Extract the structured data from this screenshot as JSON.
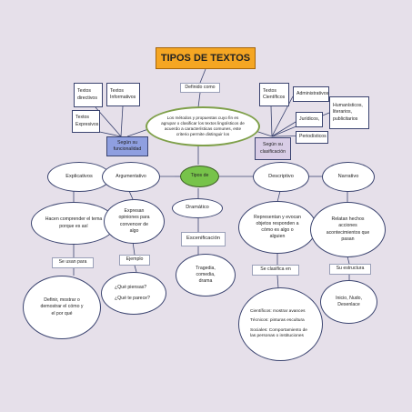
{
  "title": "TIPOS DE TEXTOS",
  "definido_como": "Definido como",
  "definition": "Los métodos y propuestas cuyo fin es agrupar o clasificar los textos lingüísticos de acuerdo a características comunes, este criterio permite distinguir los",
  "segun_funcionalidad": "Según su funcionalidad",
  "segun_clasificacion": "Según su clasificación",
  "func_types": [
    "Textos directivos",
    "Textos Informativos",
    "Textos Expresivos"
  ],
  "clas_types": [
    "Textos Científicos",
    "Administrativos",
    "Humanísticos, literarios, publicitarios",
    "Jurídicos,",
    "Periodísticos"
  ],
  "tipos_de": "Tipos de",
  "types": {
    "explicativos": "Explicativos",
    "argumentativo": "Argumentativo",
    "descriptivo": "Descriptivo",
    "narrativo": "Narrativo",
    "dramatico": "Dramático"
  },
  "explicativos_desc": "Hacen comprender el tema porque  es así",
  "explicativos_link": "Se usan para",
  "explicativos_use": "Definir, mostrar o demostrar el cómo  y el por qué",
  "argumentativo_desc": "Expresan opiniones para convencer de algo",
  "argumentativo_link": "Ejemplo",
  "argumentativo_examples": [
    "¿Qué piensas?",
    "¿Qué te parece?"
  ],
  "dramatico_link": "Escenificación",
  "dramatico_desc": "Tragedia, comedia, drama",
  "descriptivo_desc": "Representan y evocan objetos responden a cómo es algo o alguien",
  "descriptivo_link": "Se clasifica en",
  "descriptivo_classes": [
    "Científicos: mostrar avances",
    "Técnicos: pinturas escultura",
    "Sociales: Comportamiento de las personas o instituciones"
  ],
  "narrativo_desc": "Relatan hechos acciones acontecimientos que pasan",
  "narrativo_link": "Su estructura",
  "narrativo_structure": "Inicio, Nudo, Desenlace"
}
